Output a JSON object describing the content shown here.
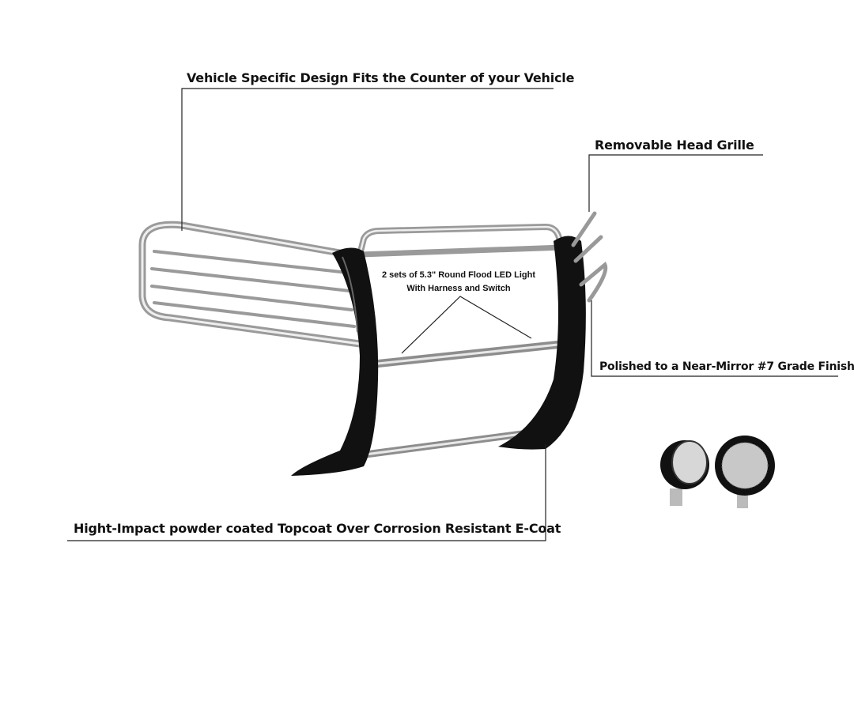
{
  "callouts": {
    "design": "Vehicle Specific Design Fits the Counter of your Vehicle",
    "grille": "Removable Head Grille",
    "finish": "Polished to a Near-Mirror #7 Grade Finish",
    "coating": "Hight-Impact powder coated Topcoat Over Corrosion Resistant E-Coat",
    "lights_line1": "2 sets of 5.3\" Round Flood LED Light",
    "lights_line2": "With Harness and Switch"
  },
  "colors": {
    "chrome": "#c9c9c9",
    "powder_coat": "#111111",
    "leader_line": "#222222"
  }
}
